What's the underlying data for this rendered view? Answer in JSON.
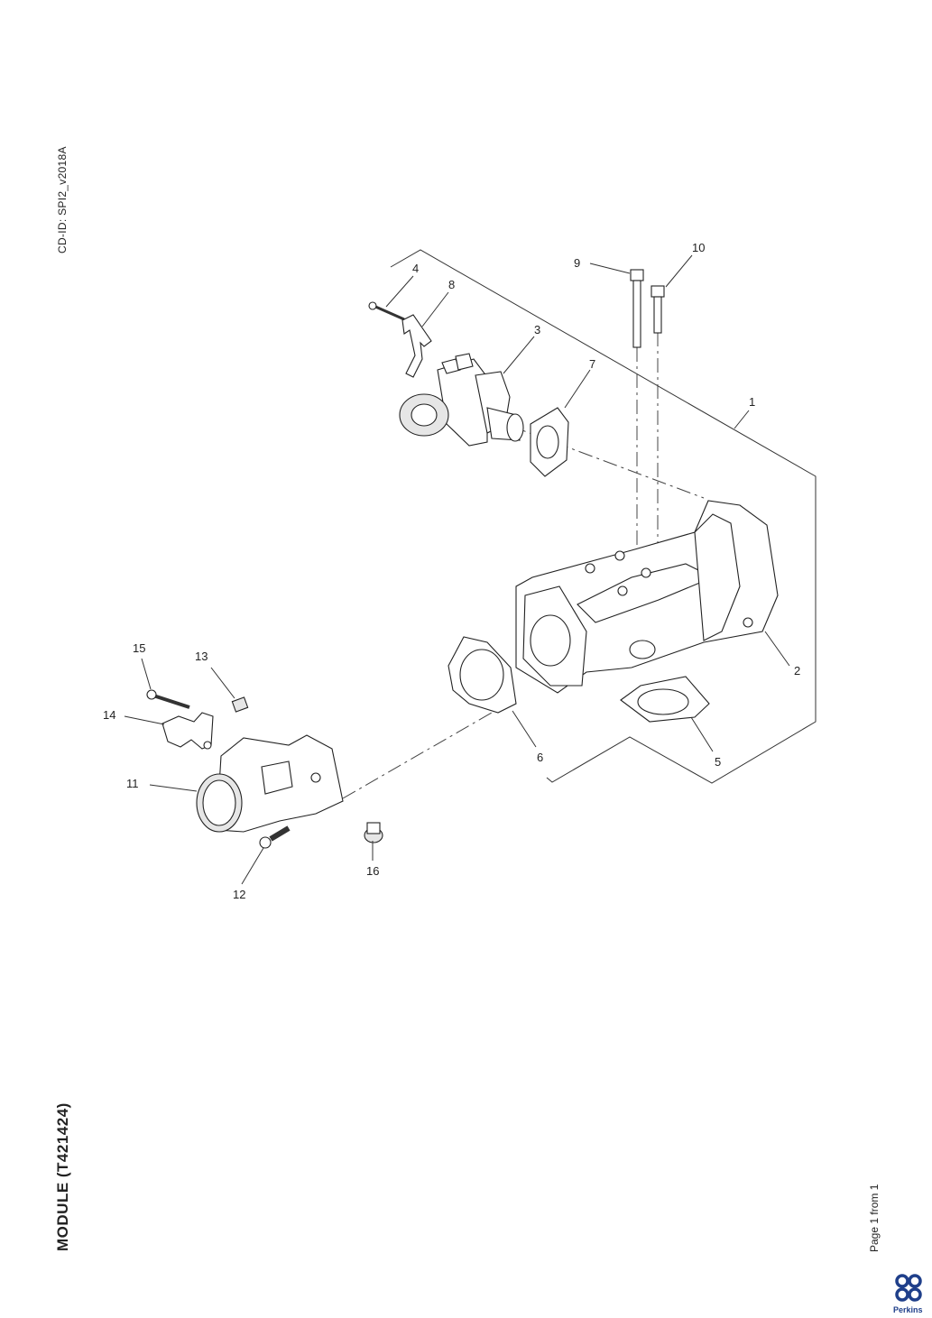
{
  "header": {
    "cd_id": "CD-ID: SPI2_v2018A"
  },
  "footer": {
    "title": "MODULE (T421424)",
    "page": "Page 1 from 1",
    "brand": "Perkins"
  },
  "callouts": {
    "c1": "1",
    "c2": "2",
    "c3": "3",
    "c4": "4",
    "c5": "5",
    "c6": "6",
    "c7": "7",
    "c8": "8",
    "c9": "9",
    "c10": "10",
    "c11": "11",
    "c12": "12",
    "c13": "13",
    "c14": "14",
    "c15": "15",
    "c16": "16"
  },
  "colors": {
    "logo_blue": "#1f3f8a",
    "line": "#222222"
  },
  "icons": {
    "logo": "perkins-logo-icon"
  }
}
